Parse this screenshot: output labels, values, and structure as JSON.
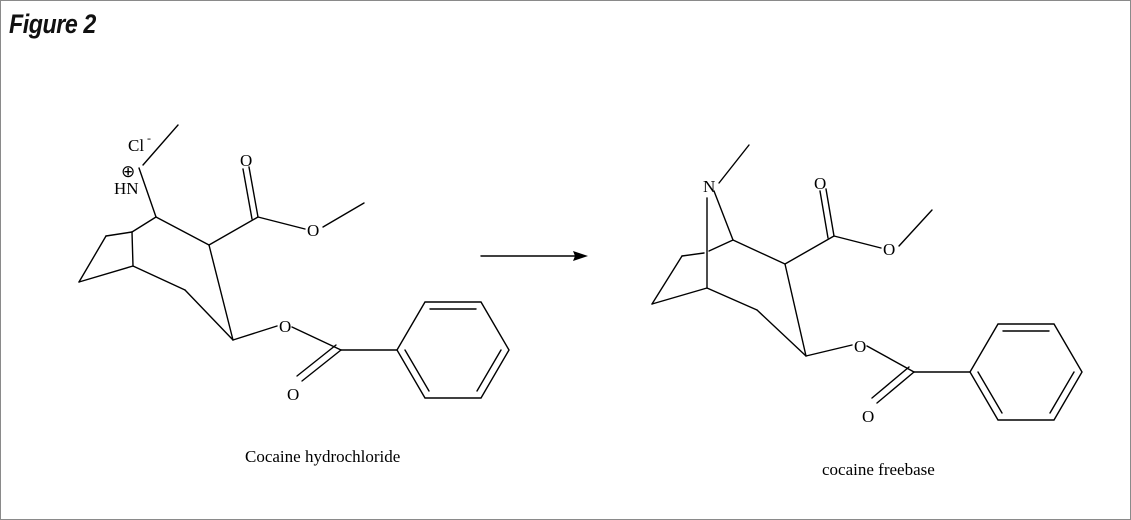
{
  "figure": {
    "title": "Figure 2"
  },
  "molecules": {
    "left": {
      "name": "Cocaine hydrochloride",
      "counterion": "Cl",
      "counterion_charge": "-",
      "amine_label": "HN",
      "charge_symbol": "⊕",
      "carbonyl_o": "O",
      "ester_o": "O",
      "benzoyl_o": "O",
      "benzoyl_carbonyl_o": "O"
    },
    "right": {
      "name": "cocaine freebase",
      "amine_label": "N",
      "carbonyl_o": "O",
      "ester_o": "O",
      "benzoyl_o": "O",
      "benzoyl_carbonyl_o": "O"
    }
  },
  "reaction": {
    "arrow": "forward"
  },
  "colors": {
    "ink": "#000000",
    "border": "#8a8a8a"
  }
}
